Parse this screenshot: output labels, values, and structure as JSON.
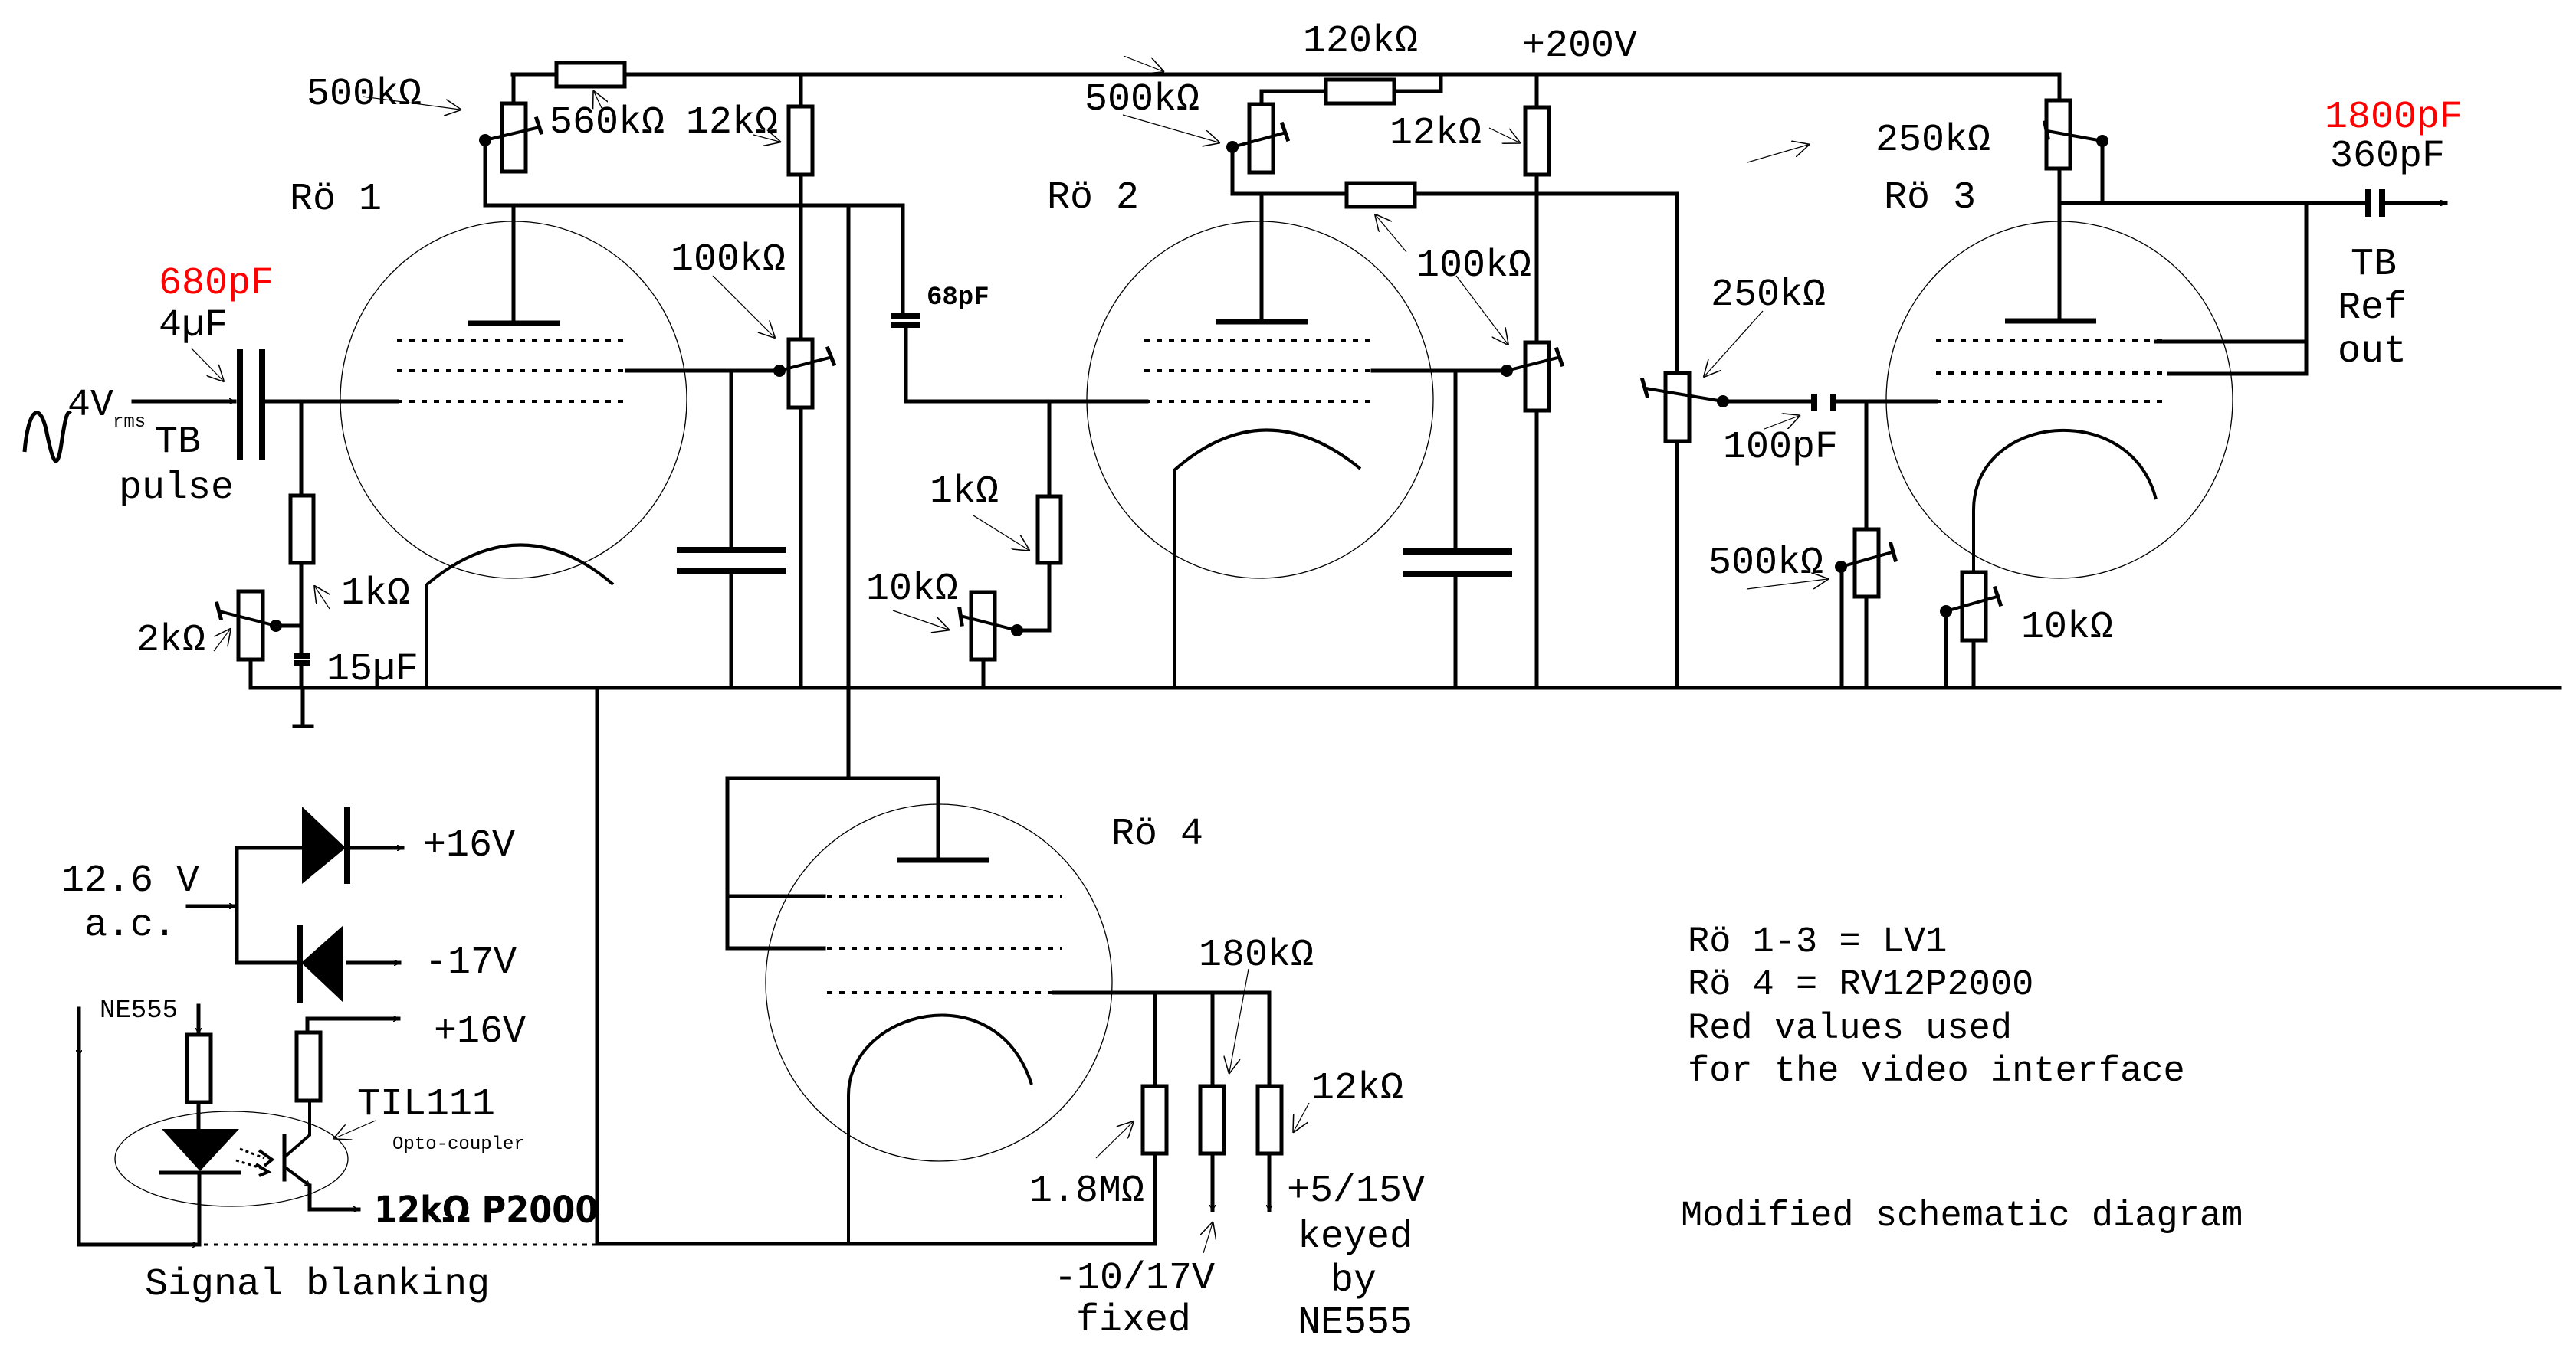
{
  "title": "Modified schematic diagram",
  "colors": {
    "ink": "#000000",
    "modified": "#ff0000",
    "background": "#ffffff"
  },
  "tubes": [
    {
      "id": "ro1",
      "label": "Rö 1"
    },
    {
      "id": "ro2",
      "label": "Rö 2"
    },
    {
      "id": "ro3",
      "label": "Rö 3"
    },
    {
      "id": "ro4",
      "label": "Rö 4"
    }
  ],
  "supply": {
    "hv": "+200V"
  },
  "input": {
    "amplitude": "4V",
    "subscript": "rms",
    "name_line1": "TB",
    "name_line2": "pulse",
    "cap_modified": "680pF",
    "cap_original": "4µF"
  },
  "stage1": {
    "pot_anode": "500kΩ",
    "res_feedback": "560kΩ",
    "res_screen": "12kΩ",
    "pot_screen": "100kΩ",
    "res_cathode": "1kΩ",
    "pot_cathode": "2kΩ",
    "cap_cathode": "15µF"
  },
  "stage2": {
    "coupling_cap": "68pF",
    "res_top": "120kΩ",
    "pot_anode": "500kΩ",
    "res_screen": "12kΩ",
    "res_load": "100kΩ",
    "pot_screen": "100kΩ",
    "res_grid": "1kΩ",
    "pot_grid": "10kΩ"
  },
  "stage3": {
    "pot_input": "250kΩ",
    "coupling_cap": "100pF",
    "pot_anode": "250kΩ",
    "pot_grid": "500kΩ",
    "pot_cathode": "10kΩ",
    "out_cap_modified": "1800pF",
    "out_cap_original": "360pF",
    "out_line1": "TB",
    "out_line2": "Ref",
    "out_line3": "out"
  },
  "stage4": {
    "res_1": "1.8MΩ",
    "res_2": "180kΩ",
    "res_3": "12kΩ",
    "bias_fixed_line1": "-10/17V",
    "bias_fixed_line2": "fixed",
    "bias_keyed_line1": "+5/15V",
    "bias_keyed_line2": "keyed",
    "bias_keyed_line3": "by",
    "bias_keyed_line4": "NE555"
  },
  "power": {
    "ac_line1": "12.6 V",
    "ac_line2": "a.c.",
    "pos_out": "+16V",
    "neg_out": "-17V"
  },
  "opto": {
    "trigger": "NE555",
    "supply": "+16V",
    "part": "TIL111",
    "part_desc": "Opto-coupler",
    "output": "12kΩ P2000",
    "blanking": "Signal blanking"
  },
  "notes": {
    "line1": "Rö 1-3 = LV1",
    "line2": "Rö 4 = RV12P2000",
    "line3": "Red values used",
    "line4": "for the video interface",
    "caption": "Modified schematic diagram"
  }
}
